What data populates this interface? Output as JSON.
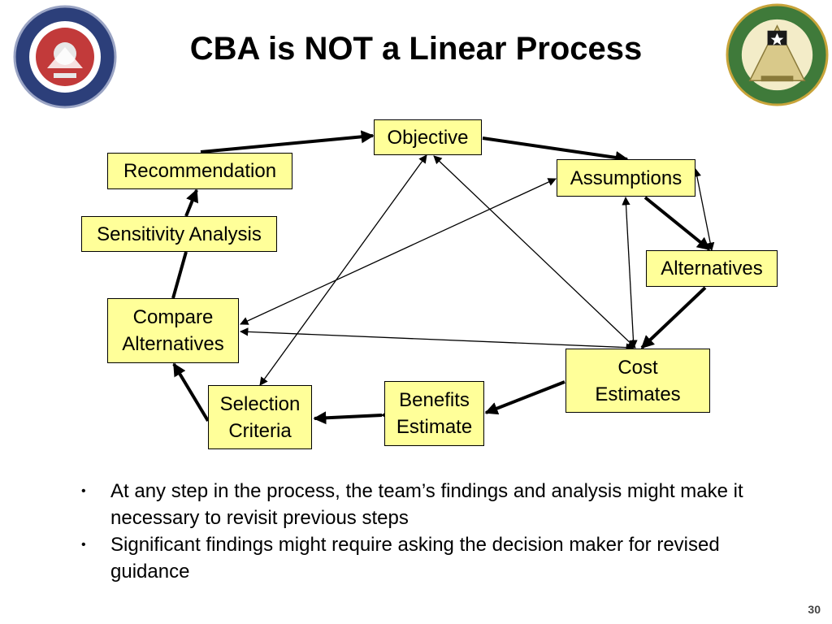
{
  "slide": {
    "title": "CBA is NOT a Linear Process",
    "page_number": "30"
  },
  "logos": {
    "left_seal": "OFFICE OF THE ASSISTANT SECRETARY OF THE ARMY",
    "right_seal": "United States Army Financial Management & Comptroller"
  },
  "nodes": {
    "objective": [
      "Objective"
    ],
    "assumptions": [
      "Assumptions"
    ],
    "alternatives": [
      "Alternatives"
    ],
    "cost_estimates": [
      "Cost",
      "Estimates"
    ],
    "benefits_estimate": [
      "Benefits",
      "Estimate"
    ],
    "selection_criteria": [
      "Selection",
      "Criteria"
    ],
    "compare_alternatives": [
      "Compare",
      "Alternatives"
    ],
    "sensitivity_analysis": [
      "Sensitivity Analysis"
    ],
    "recommendation": [
      "Recommendation"
    ]
  },
  "bullets": [
    "At any step in the process, the team’s findings and analysis might make it necessary to revisit previous steps",
    "Significant findings might require asking the decision maker for revised guidance"
  ],
  "colors": {
    "node_fill": "#ffff99",
    "node_border": "#000000",
    "seal_left": "#2c3f7a",
    "seal_right": "#3f7a3a"
  }
}
